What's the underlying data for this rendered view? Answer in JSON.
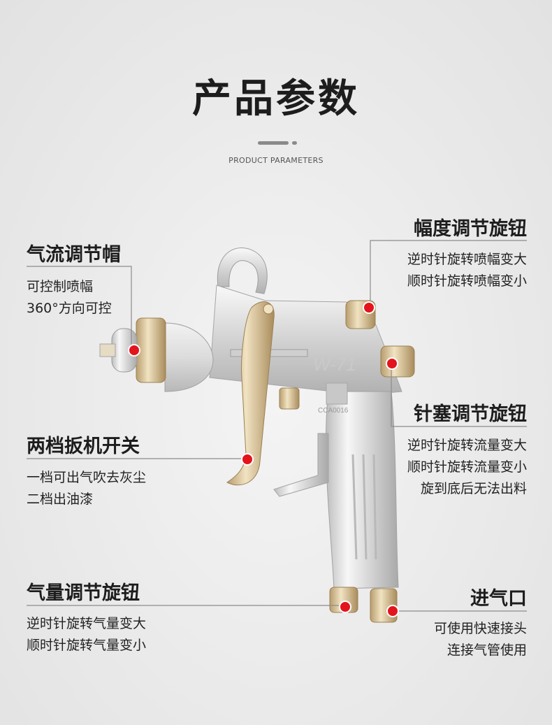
{
  "header": {
    "title": "产品参数",
    "subtitle": "PRODUCT PARAMETERS"
  },
  "gun": {
    "model": "W-71",
    "code": "CCA0016"
  },
  "callouts": {
    "cap": {
      "title": "气流调节帽",
      "lines": [
        "可控制喷幅",
        "360°方向可控"
      ]
    },
    "width": {
      "title": "幅度调节旋钮",
      "lines": [
        "逆时针旋转喷幅变大",
        "顺时针旋转喷幅变小"
      ]
    },
    "needle": {
      "title": "针塞调节旋钮",
      "lines": [
        "逆时针旋转流量变大",
        "顺时针旋转流量变小",
        "旋到底后无法出料"
      ]
    },
    "trigger": {
      "title": "两档扳机开关",
      "lines": [
        "一档可出气吹去灰尘",
        "二档出油漆"
      ]
    },
    "air": {
      "title": "气量调节旋钮",
      "lines": [
        "逆时针旋转气量变大",
        "顺时针旋转气量变小"
      ]
    },
    "inlet": {
      "title": "进气口",
      "lines": [
        "可使用快速接头",
        "连接气管使用"
      ]
    }
  },
  "colors": {
    "marker": "#e3141c",
    "leader": "#8c8c8c",
    "brass": "#d8c39a"
  }
}
